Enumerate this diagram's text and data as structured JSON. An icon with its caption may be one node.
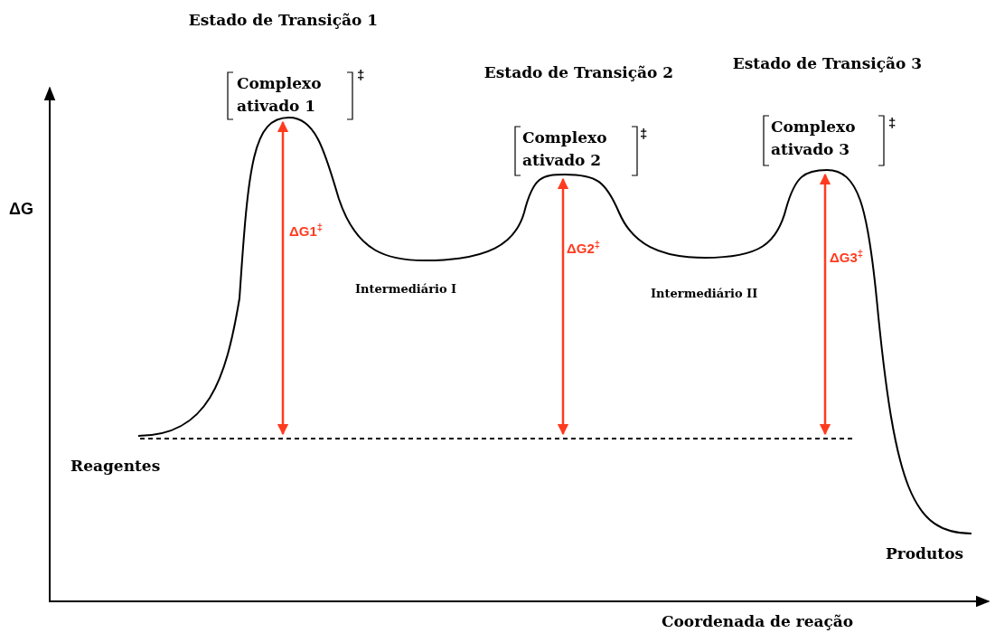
{
  "diagram": {
    "labels": [
      "Estado de Transição 1",
      "Complexo ativado 1",
      "‡",
      "Estado de Transição 2",
      "Estado de Transição 3",
      "Complexo ativado 2",
      "‡",
      "Complexo ativado 3",
      "‡",
      "ΔG",
      "ΔG1$^{‡}$",
      "ΔG2$^{‡}$",
      "ΔG3$^{‡}$",
      "Intermediário I",
      "Intermediário II",
      "Reagentes",
      "Produtos",
      "Coordenada de reação"
    ]
  }
}
